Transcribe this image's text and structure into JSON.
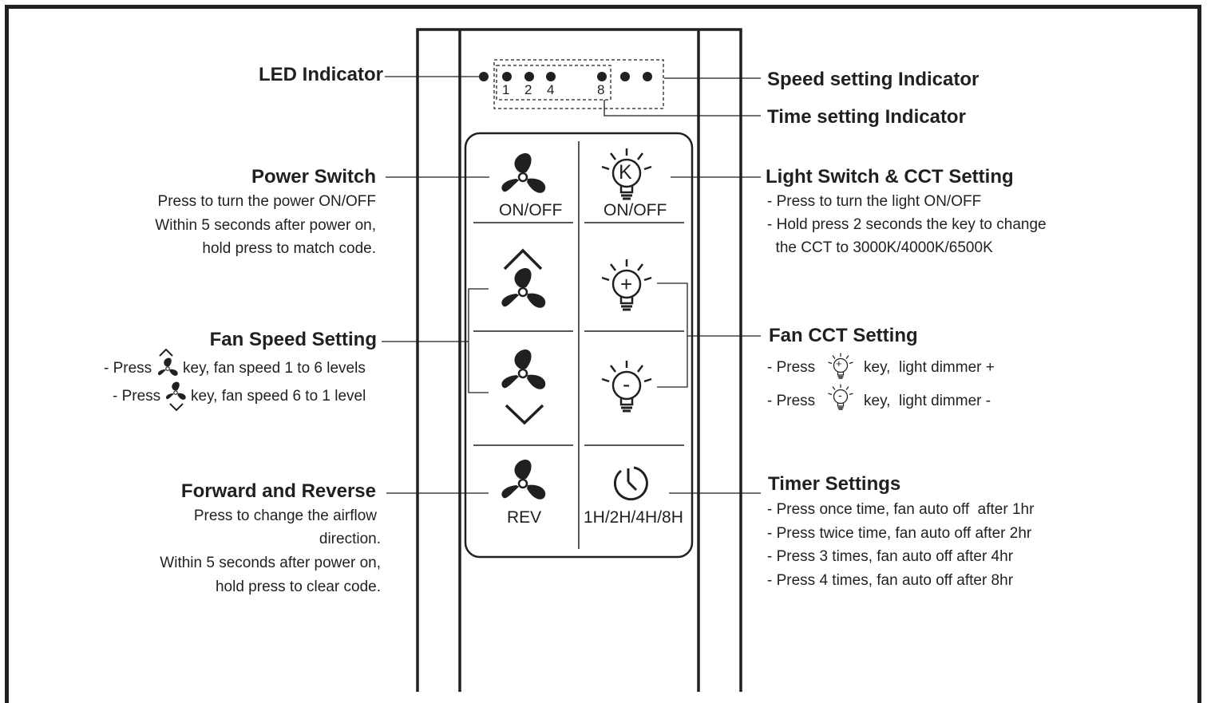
{
  "left": {
    "led": {
      "title": "LED Indicator"
    },
    "power": {
      "title": "Power Switch",
      "lines": [
        "Press to turn the power ON/OFF",
        "Within 5 seconds after power on,",
        "hold press to match code."
      ]
    },
    "fan_speed": {
      "title": "Fan Speed Setting",
      "up_prefix": "- Press",
      "up_suffix": "key, fan speed 1 to 6 levels",
      "down_prefix": "- Press",
      "down_suffix": "key, fan speed 6 to 1 level"
    },
    "reverse": {
      "title": "Forward and Reverse",
      "lines": [
        "Press to change the airflow",
        "direction.",
        "Within 5 seconds after power on,",
        "hold press to clear code."
      ]
    }
  },
  "right": {
    "speed_indicator": {
      "title": "Speed setting Indicator"
    },
    "time_indicator": {
      "title": "Time setting Indicator"
    },
    "light": {
      "title": "Light Switch & CCT Setting",
      "lines": [
        "- Press to turn the light ON/OFF",
        "- Hold press 2 seconds the key to change",
        "  the CCT to 3000K/4000K/6500K"
      ]
    },
    "fan_cct": {
      "title": "Fan CCT Setting",
      "plus_prefix": "- Press",
      "plus_suffix": "key,  light dimmer +",
      "minus_prefix": "- Press",
      "minus_suffix": "key,  light dimmer -"
    },
    "timer": {
      "title": "Timer Settings",
      "lines": [
        "- Press once time, fan auto off  after 1hr",
        "- Press twice time, fan auto off after 2hr",
        "- Press 3 times, fan auto off after 4hr",
        "- Press 4 times, fan auto off after 8hr"
      ]
    }
  },
  "remote": {
    "led_numbers": [
      "1",
      "2",
      "4",
      "8"
    ],
    "buttons": {
      "power_label": "ON/OFF",
      "light_label": "ON/OFF",
      "light_letter": "K",
      "plus_sign": "+",
      "minus_sign": "-",
      "rev_label": "REV",
      "timer_label": "1H/2H/4H/8H"
    }
  }
}
